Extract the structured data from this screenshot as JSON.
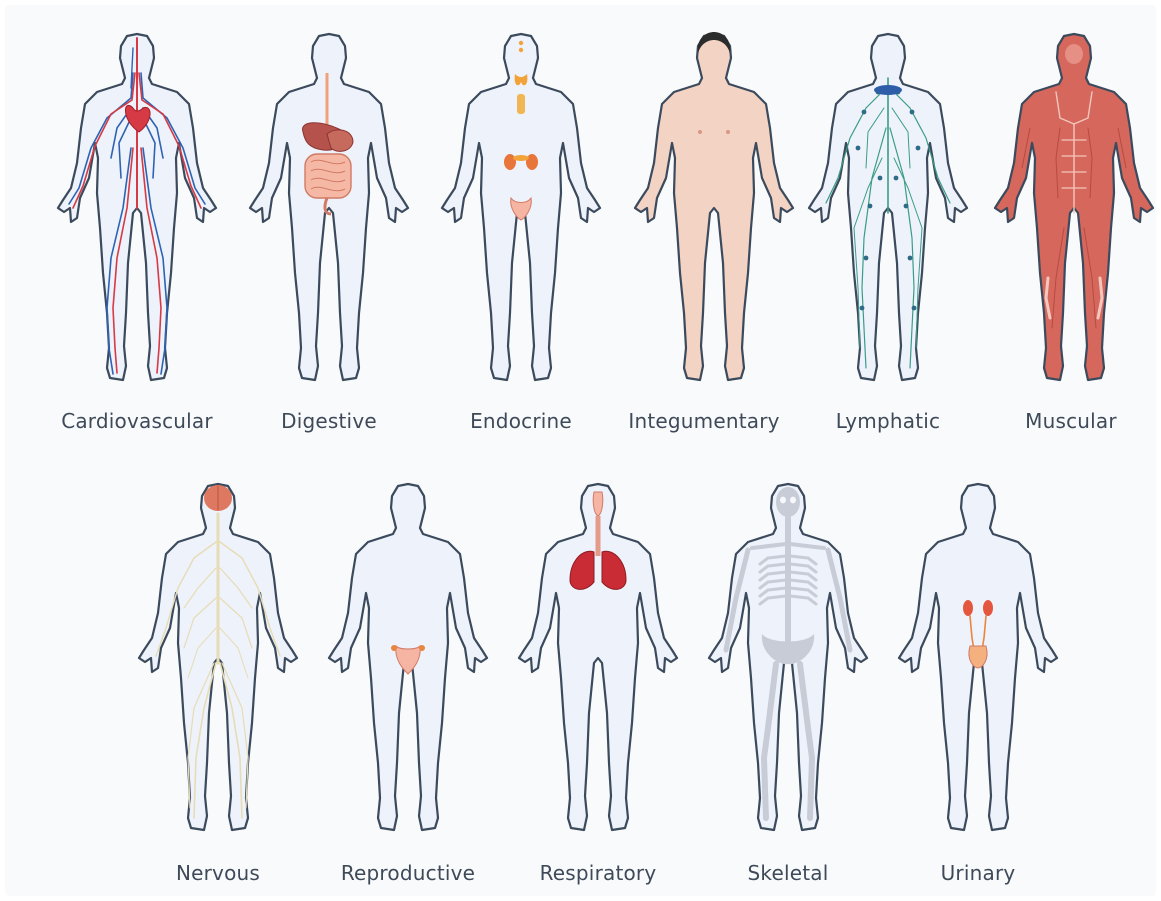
{
  "systems": [
    {
      "id": "cardiovascular",
      "label": "Cardiovascular",
      "icon": "circulatory-system-icon"
    },
    {
      "id": "digestive",
      "label": "Digestive",
      "icon": "digestive-organs-icon"
    },
    {
      "id": "endocrine",
      "label": "Endocrine",
      "icon": "endocrine-glands-icon"
    },
    {
      "id": "integumentary",
      "label": "Integumentary",
      "icon": "skin-icon"
    },
    {
      "id": "lymphatic",
      "label": "Lymphatic",
      "icon": "lymph-network-icon"
    },
    {
      "id": "muscular",
      "label": "Muscular",
      "icon": "muscles-icon"
    },
    {
      "id": "nervous",
      "label": "Nervous",
      "icon": "nerves-brain-icon"
    },
    {
      "id": "reproductive",
      "label": "Reproductive",
      "icon": "reproductive-organs-icon"
    },
    {
      "id": "respiratory",
      "label": "Respiratory",
      "icon": "lungs-icon"
    },
    {
      "id": "skeletal",
      "label": "Skeletal",
      "icon": "skeleton-icon"
    },
    {
      "id": "urinary",
      "label": "Urinary",
      "icon": "kidneys-bladder-icon"
    }
  ],
  "colors": {
    "background": "#f9fafb",
    "body_fill": "#eef2fa",
    "body_outline": "#3b4a5c",
    "label": "#3e4a59",
    "skin": "#f3d3c3",
    "hair": "#2c2c2c",
    "muscle": "#d5675c",
    "lymph": "#3a9c86",
    "nerve": "#e7dcb6",
    "bone": "#c8ccd6",
    "lung": "#c92c35",
    "artery": "#d63a45",
    "vein": "#2e63b3",
    "organ": "#f0a07a",
    "gland": "#f2a33a"
  }
}
